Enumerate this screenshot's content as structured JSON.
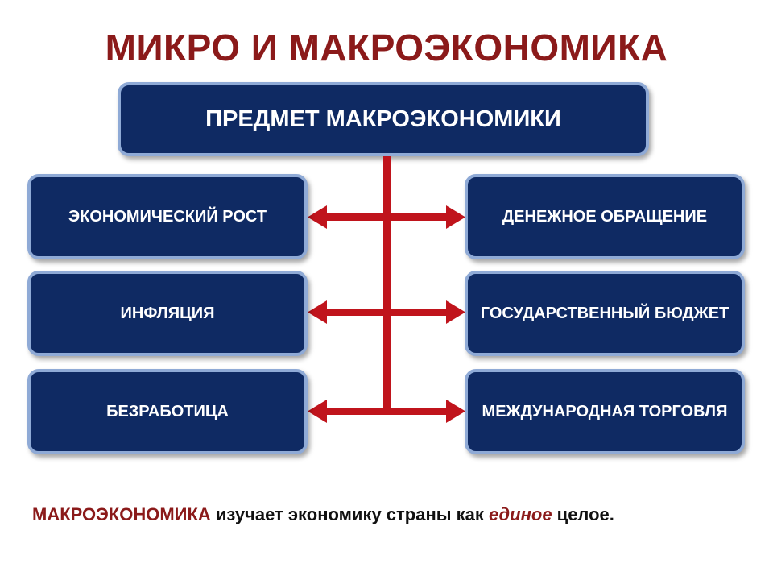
{
  "slide": {
    "title": "МИКРО И МАКРОЭКОНОМИКА"
  },
  "diagram": {
    "root": "ПРЕДМЕТ МАКРОЭКОНОМИКИ",
    "left_items": [
      {
        "label": "ЭКОНОМИЧЕСКИЙ РОСТ"
      },
      {
        "label": "ИНФЛЯЦИЯ"
      },
      {
        "label": "БЕЗРАБОТИЦА"
      }
    ],
    "right_items": [
      {
        "label": "ДЕНЕЖНОЕ ОБРАЩЕНИЕ"
      },
      {
        "label": "ГОСУДАРСТВЕННЫЙ БЮДЖЕТ"
      },
      {
        "label": "МЕЖДУНАРОДНАЯ ТОРГОВЛЯ"
      }
    ]
  },
  "footer": {
    "term": "МАКРОЭКОНОМИКА",
    "text_before": " изучает экономику страны как ",
    "emphasis": "единое",
    "text_after": " целое."
  },
  "colors": {
    "title": "#8b1a1a",
    "box_fill": "#0f2a63",
    "box_border": "#8faad6",
    "connector": "#c0141c"
  }
}
